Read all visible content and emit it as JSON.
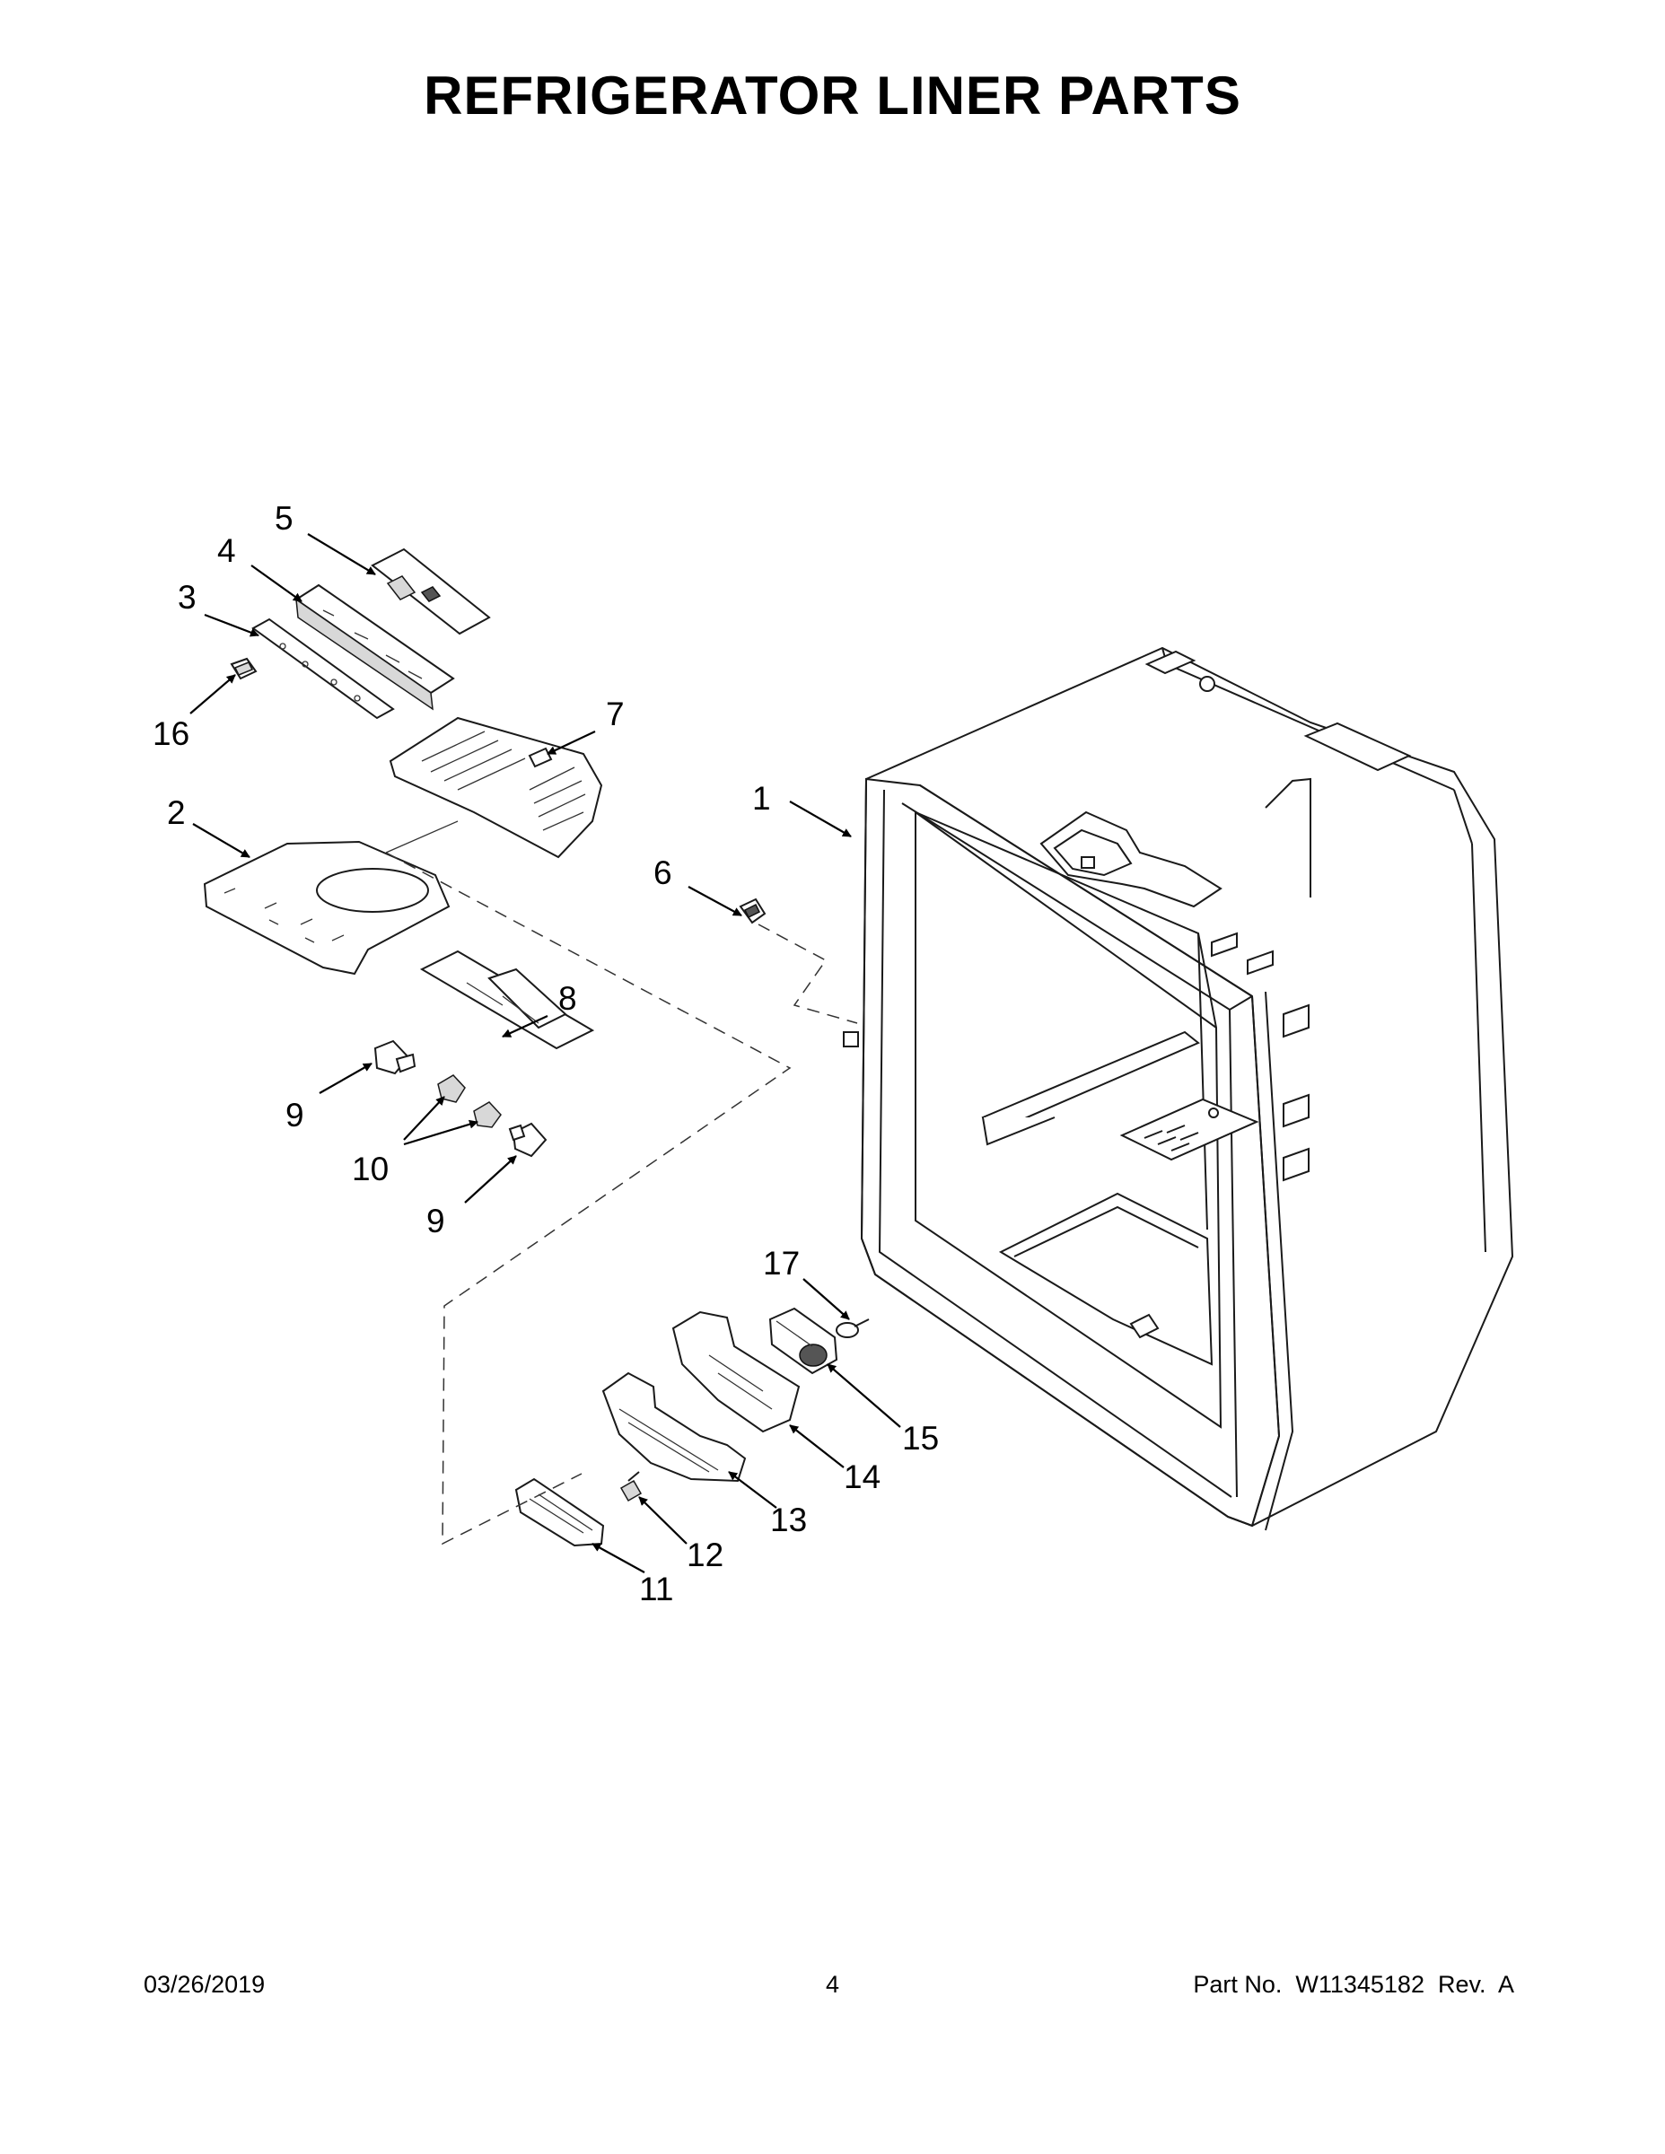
{
  "page": {
    "title": "REFRIGERATOR LINER PARTS"
  },
  "callouts": [
    "1",
    "2",
    "3",
    "4",
    "5",
    "6",
    "7",
    "8",
    "9",
    "9",
    "10",
    "11",
    "12",
    "13",
    "14",
    "15",
    "16",
    "17"
  ],
  "footer": {
    "date": "03/26/2019",
    "page_number": "4",
    "part_number": "Part No.  W11345182  Rev.  A"
  }
}
